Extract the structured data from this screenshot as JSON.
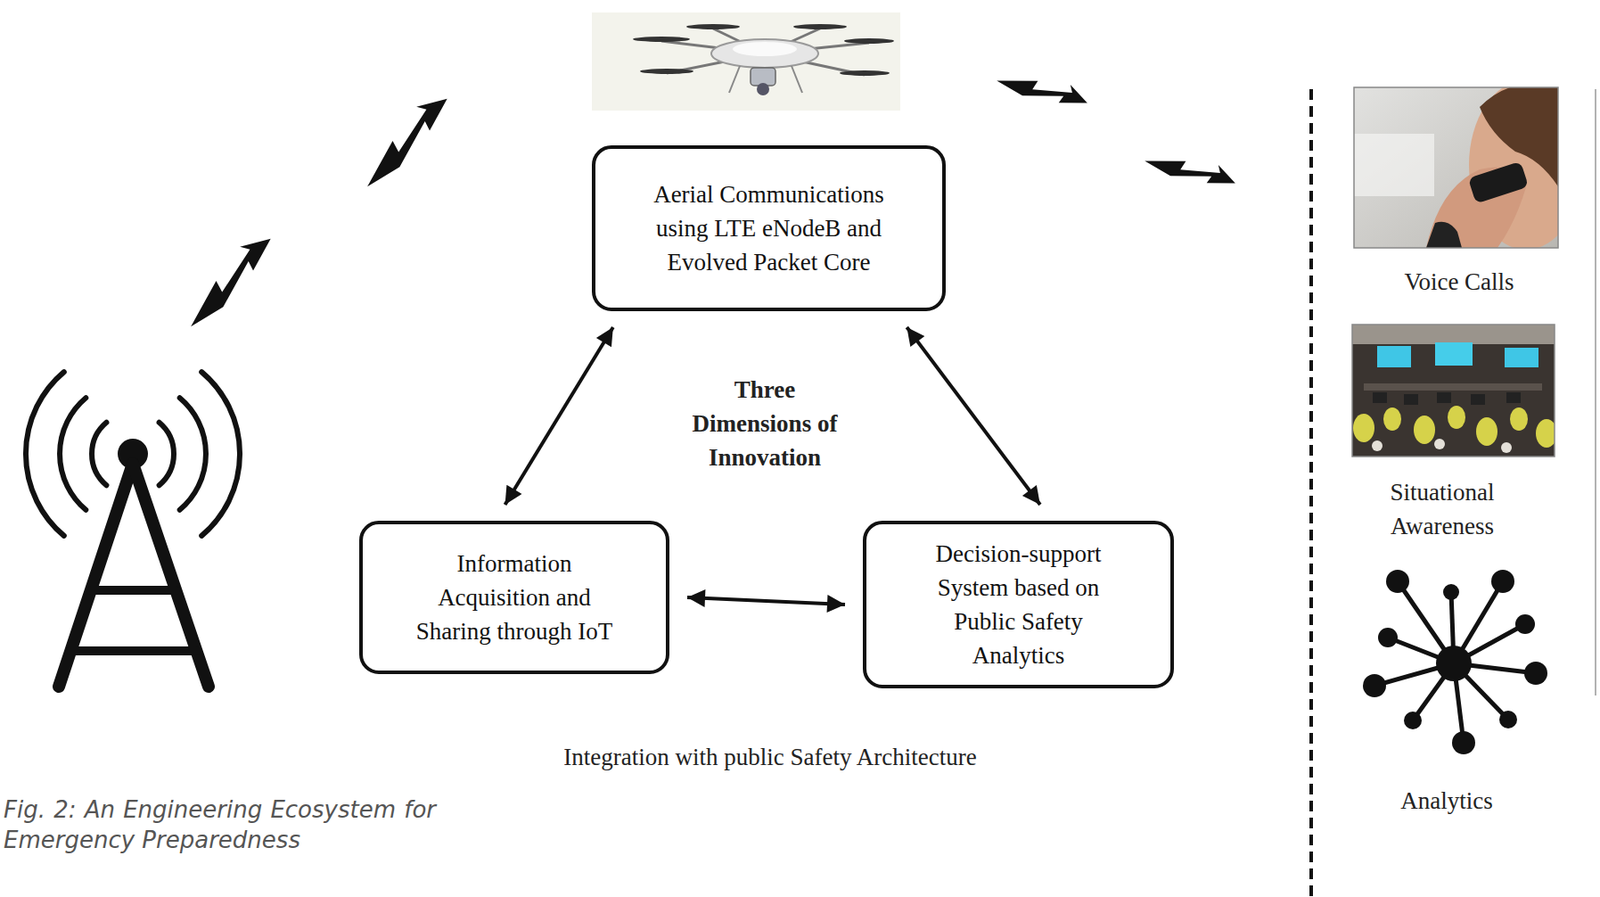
{
  "diagram": {
    "caption": "Fig. 2: An Engineering Ecosystem for Emergency Preparedness",
    "nodes": [
      {
        "text": [
          "Aerial Communications using LTE eNodeB and Evolved Packet Core"
        ]
      },
      {
        "text": [
          "Information Acquisition and Sharing through IoT"
        ]
      },
      {
        "text": [
          "Decision-support System based on Public Safety Analytics"
        ]
      }
    ],
    "edges": [
      {
        "from": 0,
        "to": 1,
        "arrow": "both"
      },
      {
        "from": 0,
        "to": 2,
        "arrow": "both"
      },
      {
        "from": 1,
        "to": 2,
        "arrow": "both"
      }
    ],
    "labels": [
      "Three Dimensions of Innovation",
      "Integration with public Safety Architecture",
      "Voice Calls",
      "Situational Awareness",
      "Analytics"
    ]
  }
}
